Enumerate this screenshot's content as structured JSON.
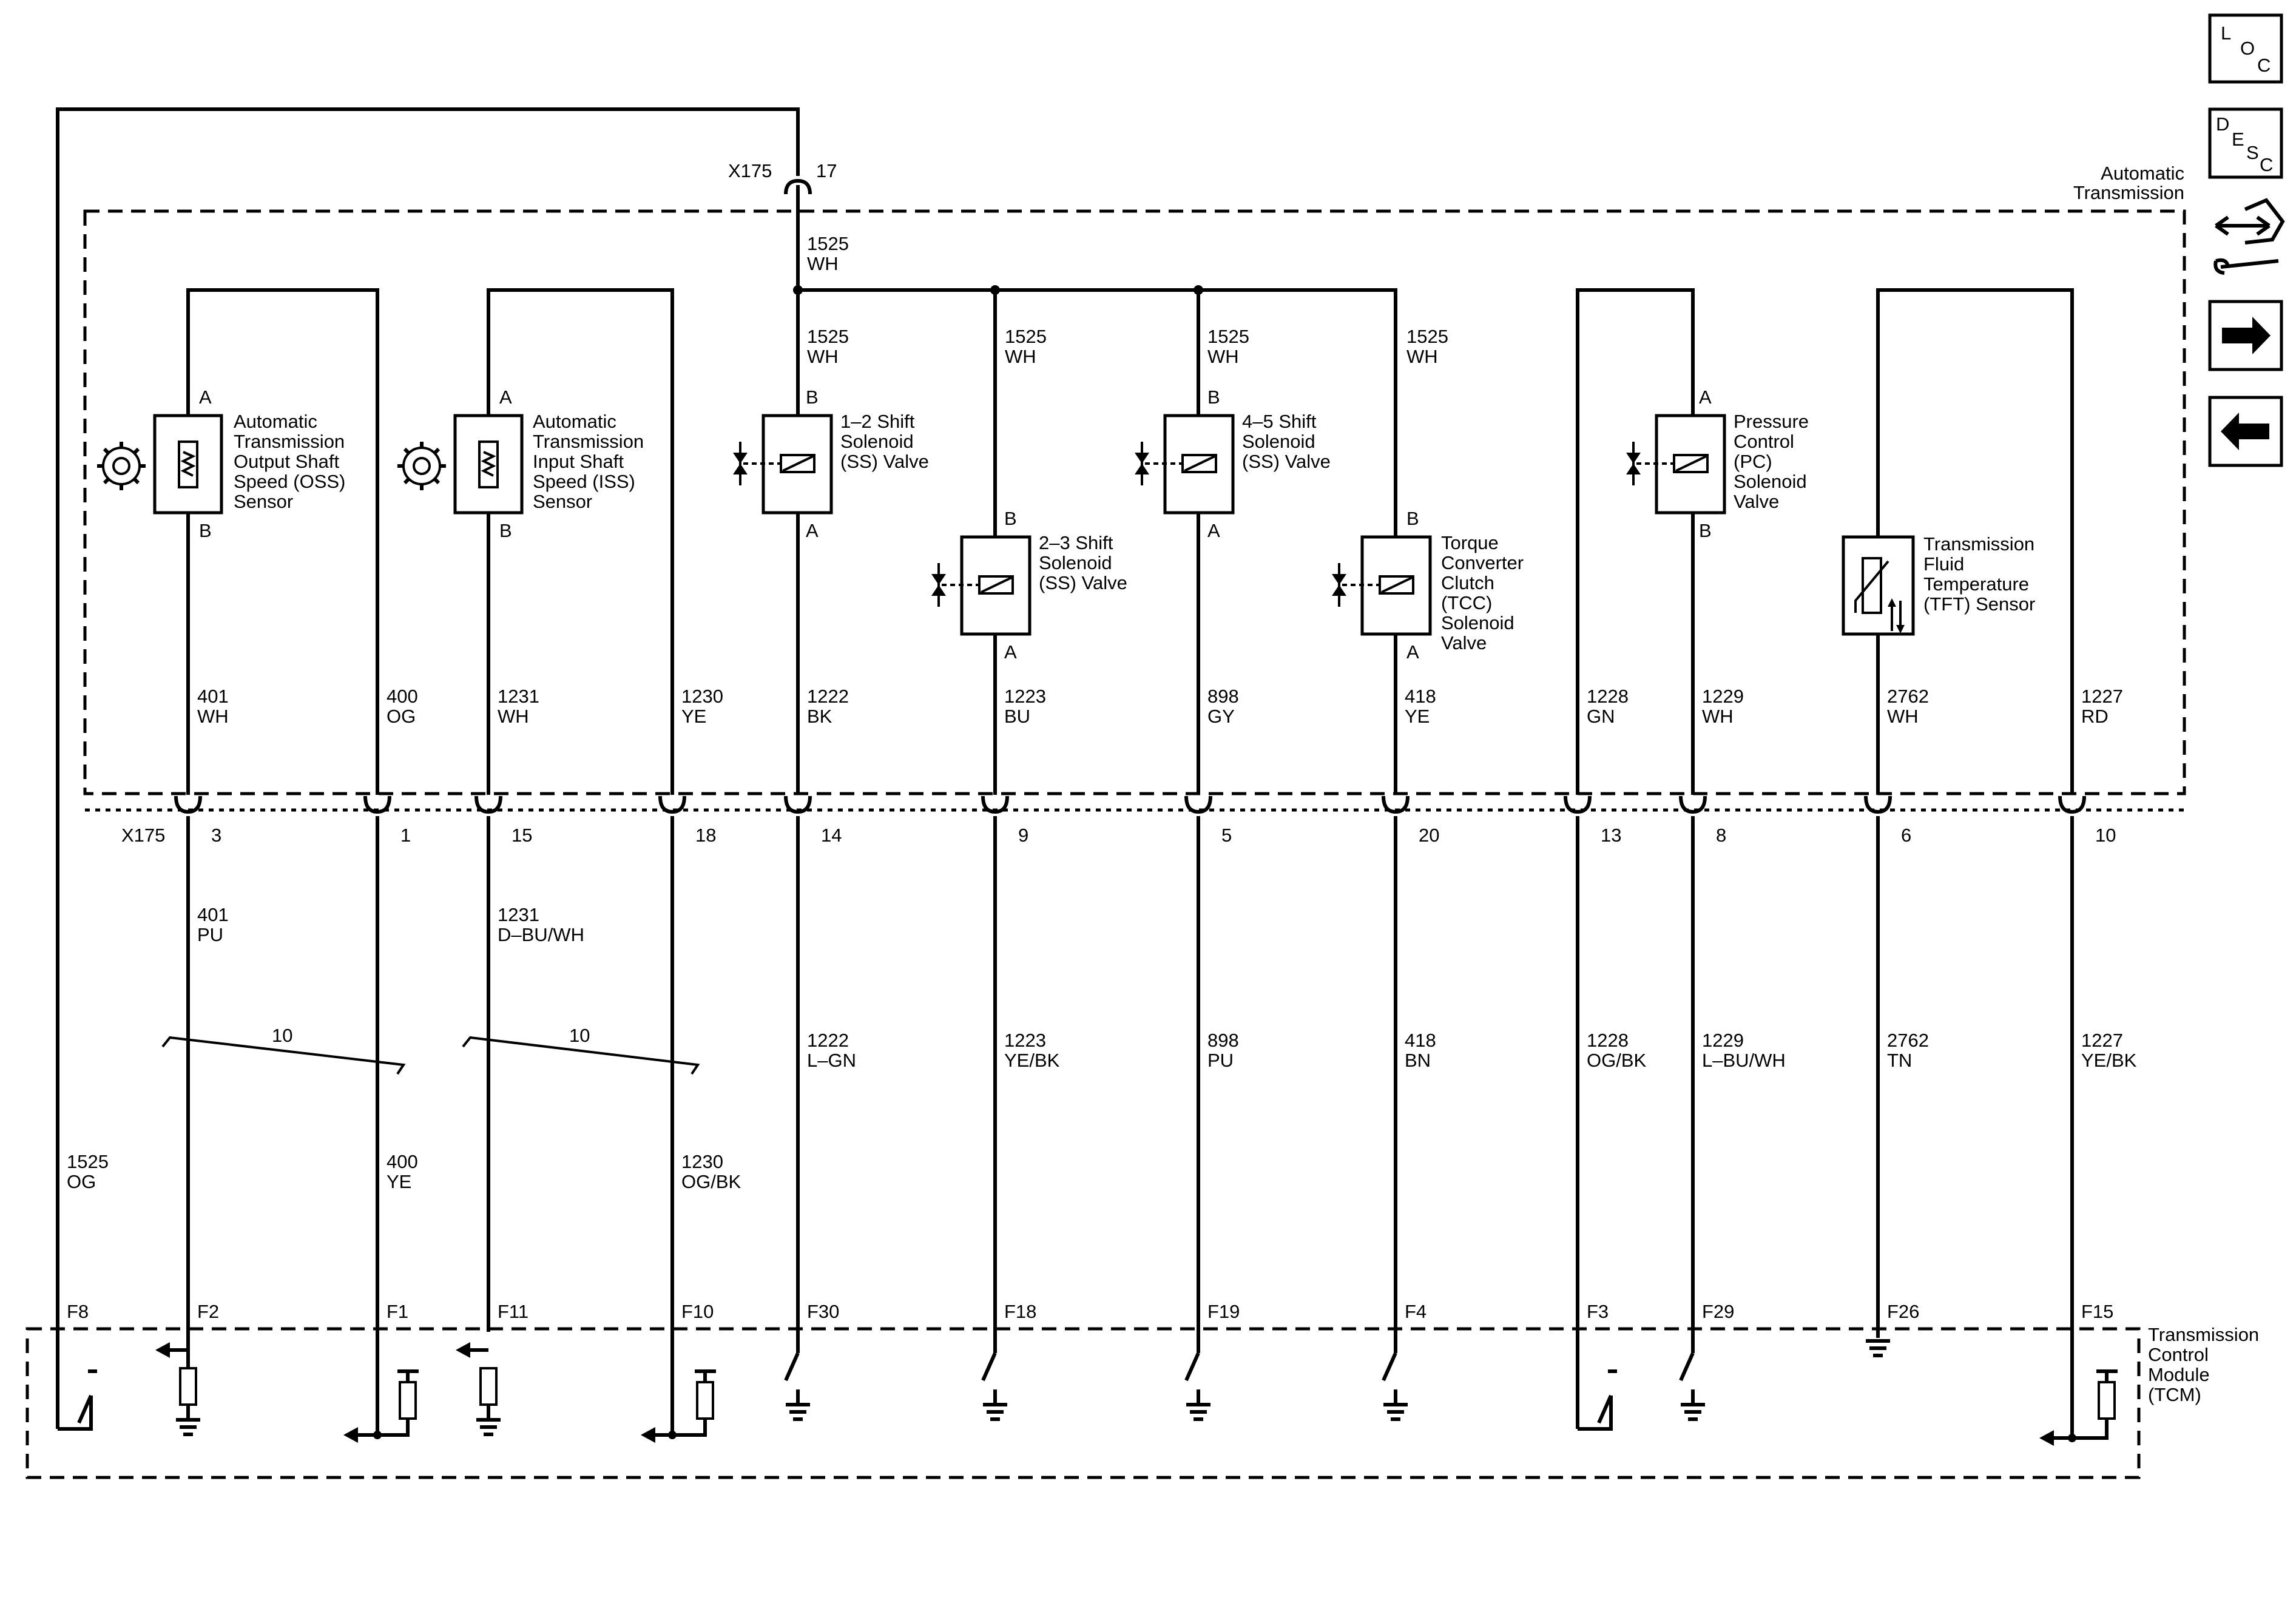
{
  "nav": {
    "loc": [
      "L",
      "O",
      "C"
    ],
    "desc": [
      "D",
      "E",
      "S",
      "C"
    ]
  },
  "modules": {
    "trans_line1": "Automatic",
    "trans_line2": "Transmission",
    "tcm": [
      "Transmission",
      "Control",
      "Module",
      "(TCM)"
    ]
  },
  "top_feed": {
    "connector": "X175",
    "pin": "17",
    "circuit": "1525",
    "color": "WH",
    "lower_circuit": "1525",
    "lower_color": "OG",
    "tcm_pin": "F8"
  },
  "components": {
    "oss": {
      "lines": [
        "Automatic",
        "Transmission",
        "Output Shaft",
        "Speed (OSS)",
        "Sensor"
      ],
      "top": "A",
      "bottom": "B"
    },
    "iss": {
      "lines": [
        "Automatic",
        "Transmission",
        "Input Shaft",
        "Speed (ISS)",
        "Sensor"
      ],
      "top": "A",
      "bottom": "B"
    },
    "ss12": {
      "lines": [
        "1–2 Shift",
        "Solenoid",
        "(SS) Valve"
      ],
      "top": "B",
      "bottom": "A"
    },
    "ss23": {
      "lines": [
        "2–3 Shift",
        "Solenoid",
        "(SS) Valve"
      ],
      "top": "B",
      "bottom": "A"
    },
    "ss45": {
      "lines": [
        "4–5 Shift",
        "Solenoid",
        "(SS) Valve"
      ],
      "top": "B",
      "bottom": "A"
    },
    "tcc": {
      "lines": [
        "Torque",
        "Converter",
        "Clutch",
        "(TCC)",
        "Solenoid",
        "Valve"
      ],
      "top": "B",
      "bottom": "A"
    },
    "pc": {
      "lines": [
        "Pressure",
        "Control",
        "(PC)",
        "Solenoid",
        "Valve"
      ],
      "top": "A",
      "bottom": "B"
    },
    "tft": {
      "lines": [
        "Transmission",
        "Fluid",
        "Temperature",
        "(TFT) Sensor"
      ]
    }
  },
  "feed_labels": {
    "c1_num": "1525",
    "c1_col": "WH",
    "c2_num": "1525",
    "c2_col": "WH",
    "c3_num": "1525",
    "c3_col": "WH",
    "c4_num": "1525",
    "c4_col": "WH"
  },
  "connector": {
    "name": "X175"
  },
  "twisted_pairs": {
    "a": "10",
    "b": "10"
  },
  "wires": [
    {
      "upper_num": "401",
      "upper_col": "WH",
      "pin": "3",
      "lower_num": "401",
      "lower_col": "PU",
      "tcm_pin": "F2"
    },
    {
      "upper_num": "400",
      "upper_col": "OG",
      "pin": "1",
      "lower_num": "400",
      "lower_col": "YE",
      "tcm_pin": "F1"
    },
    {
      "upper_num": "1231",
      "upper_col": "WH",
      "pin": "15",
      "lower_num": "1231",
      "lower_col": "D–BU/WH",
      "tcm_pin": "F11"
    },
    {
      "upper_num": "1230",
      "upper_col": "YE",
      "pin": "18",
      "lower_num": "1230",
      "lower_col": "OG/BK",
      "tcm_pin": "F10"
    },
    {
      "upper_num": "1222",
      "upper_col": "BK",
      "pin": "14",
      "lower_num": "1222",
      "lower_col": "L–GN",
      "tcm_pin": "F30"
    },
    {
      "upper_num": "1223",
      "upper_col": "BU",
      "pin": "9",
      "lower_num": "1223",
      "lower_col": "YE/BK",
      "tcm_pin": "F18"
    },
    {
      "upper_num": "898",
      "upper_col": "GY",
      "pin": "5",
      "lower_num": "898",
      "lower_col": "PU",
      "tcm_pin": "F19"
    },
    {
      "upper_num": "418",
      "upper_col": "YE",
      "pin": "20",
      "lower_num": "418",
      "lower_col": "BN",
      "tcm_pin": "F4"
    },
    {
      "upper_num": "1228",
      "upper_col": "GN",
      "pin": "13",
      "lower_num": "1228",
      "lower_col": "OG/BK",
      "tcm_pin": "F3"
    },
    {
      "upper_num": "1229",
      "upper_col": "WH",
      "pin": "8",
      "lower_num": "1229",
      "lower_col": "L–BU/WH",
      "tcm_pin": "F29"
    },
    {
      "upper_num": "2762",
      "upper_col": "WH",
      "pin": "6",
      "lower_num": "2762",
      "lower_col": "TN",
      "tcm_pin": "F26"
    },
    {
      "upper_num": "1227",
      "upper_col": "RD",
      "pin": "10",
      "lower_num": "1227",
      "lower_col": "YE/BK",
      "tcm_pin": "F15"
    }
  ]
}
